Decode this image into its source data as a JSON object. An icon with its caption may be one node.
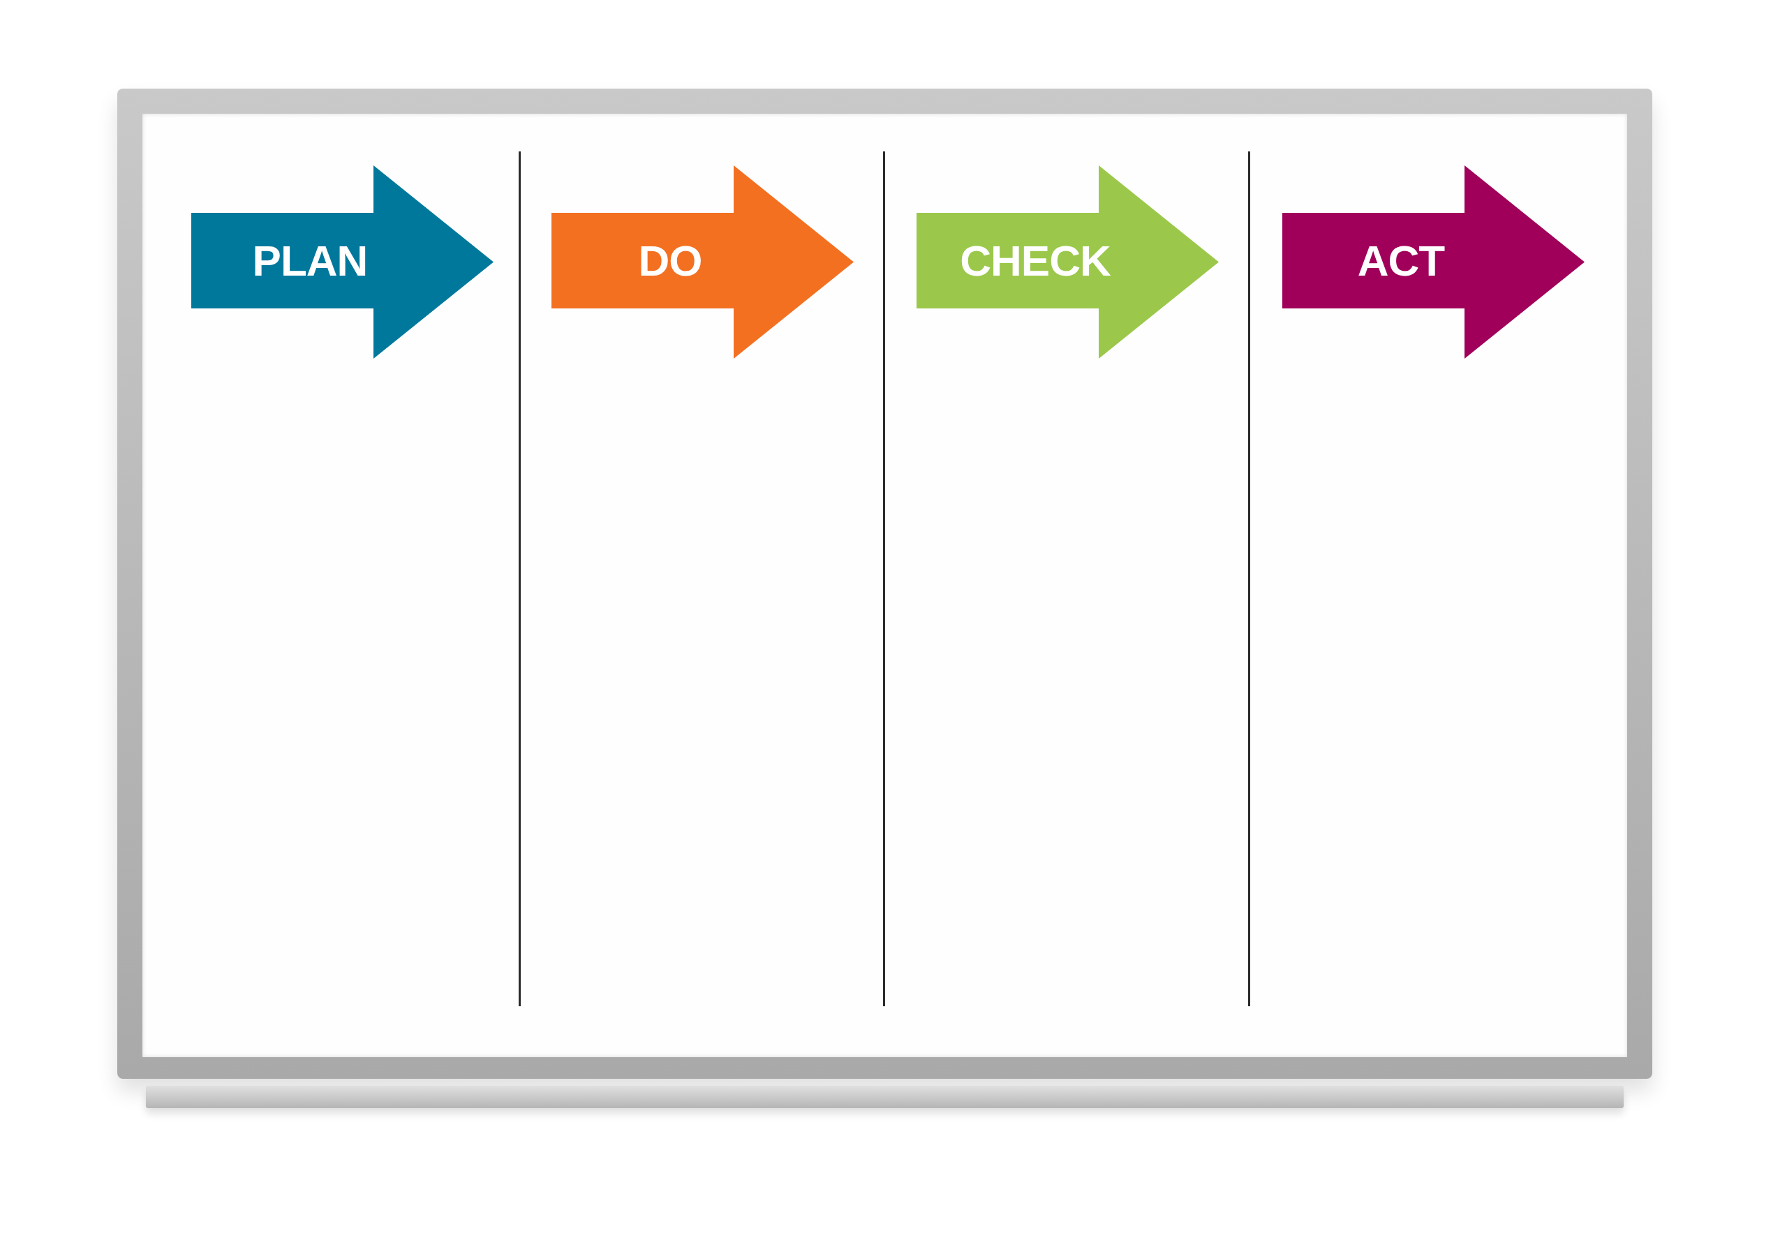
{
  "diagram": {
    "nodes": [
      {
        "text": [
          "PLAN"
        ]
      },
      {
        "text": [
          "DO"
        ]
      },
      {
        "text": [
          "CHECK"
        ]
      },
      {
        "text": [
          "ACT"
        ]
      }
    ]
  }
}
